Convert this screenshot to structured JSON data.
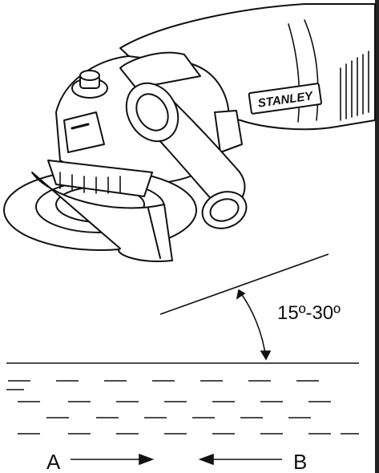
{
  "diagram": {
    "brand": "STANLEY",
    "angle_label": "15º-30º",
    "point_a": "A",
    "point_b": "B"
  },
  "colors": {
    "stroke": "#111111",
    "background": "#ffffff"
  }
}
